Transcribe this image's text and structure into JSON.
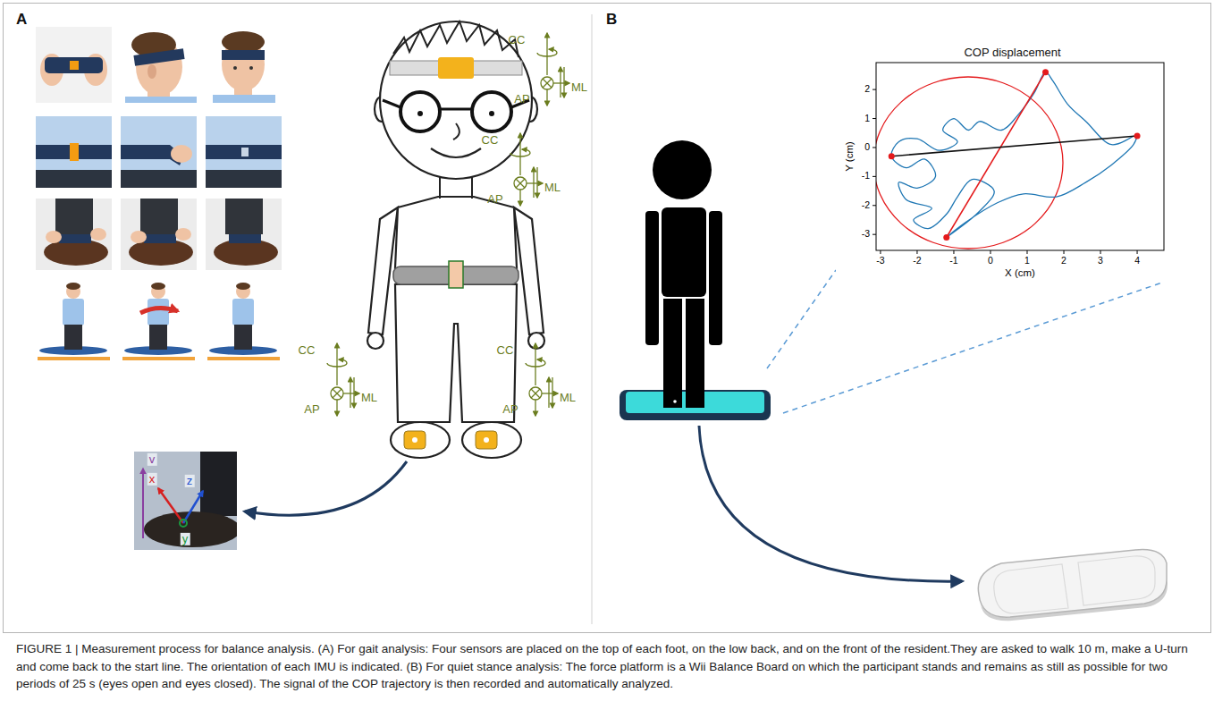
{
  "diagram": {
    "caption": "FIGURE 1 | Measurement process for balance analysis. (A) For gait analysis: Four sensors are placed on the top of each foot, on the low back, and on the front of the resident.They are asked to walk 10 m, make a U-turn and come back to the start line. The orientation of each IMU is indicated. (B) For quiet stance analysis: The force platform is a Wii Balance Board on which the participant stands and remains as still as possible for two periods of 25 s (eyes open and eyes closed). The signal of the COP trajectory is then recorded and automatically analyzed.",
    "nodes": [
      {
        "text": [
          "A"
        ]
      },
      {
        "text": [
          "B"
        ]
      },
      {
        "text": [
          "COP displacement"
        ],
        "in": 1
      }
    ],
    "labels": [
      "CC",
      "AP",
      "ML",
      "CC",
      "AP",
      "ML",
      "CC",
      "AP",
      "ML",
      "CC",
      "AP",
      "ML",
      "v",
      "x",
      "z",
      "y",
      "-3",
      "-2",
      "-1",
      "0",
      "1",
      "2",
      "3",
      "4",
      "2",
      "1",
      "0",
      "-1",
      "-2",
      "-3",
      "X (cm)",
      "Y (cm)"
    ]
  }
}
